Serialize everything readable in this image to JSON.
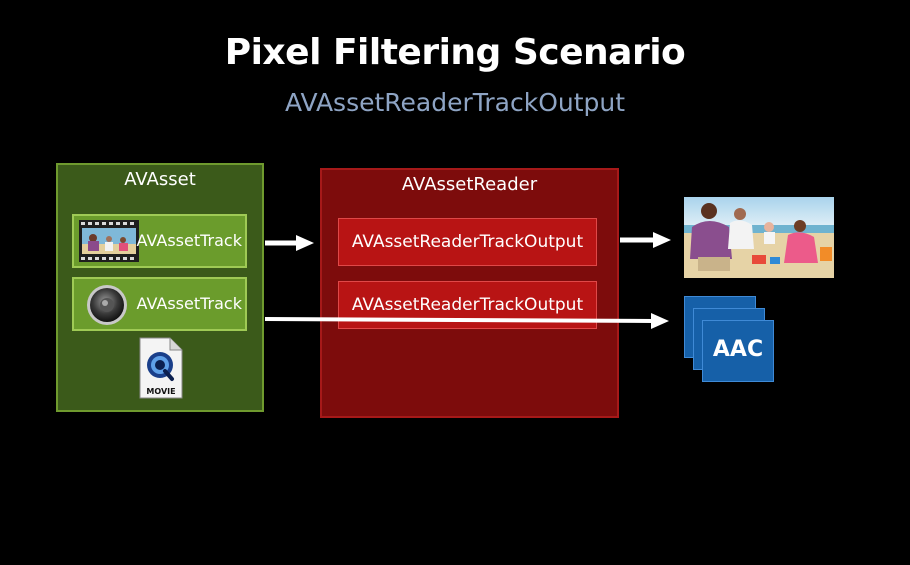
{
  "title": "Pixel Filtering Scenario",
  "subtitle": "AVAssetReaderTrackOutput",
  "asset": {
    "label": "AVAsset",
    "tracks": [
      {
        "label": "AVAssetTrack",
        "icon": "film-strip-icon"
      },
      {
        "label": "AVAssetTrack",
        "icon": "speaker-icon"
      }
    ],
    "file_icon": "quicktime-movie-file-icon",
    "file_label": "MOVIE"
  },
  "reader": {
    "label": "AVAssetReader",
    "outputs": [
      {
        "label": "AVAssetReaderTrackOutput"
      },
      {
        "label": "AVAssetReaderTrackOutput"
      }
    ]
  },
  "results": {
    "video": "beach-photo-thumbnail",
    "audio": {
      "label": "AAC",
      "icon": "aac-stack-icon"
    }
  },
  "colors": {
    "asset_fill": "#3b5a1a",
    "asset_border": "#6f9a2e",
    "track_fill": "#6b9c2c",
    "reader_fill": "#7d0c0c",
    "output_fill": "#b81414",
    "subtitle": "#8ea4c4",
    "aac_fill": "#1660a8"
  }
}
